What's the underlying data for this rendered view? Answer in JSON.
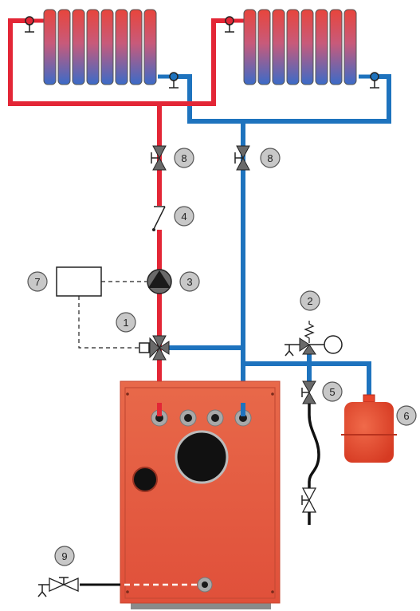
{
  "diagram": {
    "colors": {
      "supply": "#e32636",
      "return": "#1e73be",
      "boiler": "#e4572e",
      "badge_fill": "#c8c8c8",
      "expansion_tank": "#e8452c"
    },
    "components": [
      {
        "id": "mixing-valve",
        "label": "1"
      },
      {
        "id": "safety-valve",
        "label": "2"
      },
      {
        "id": "circulation-pump",
        "label": "3"
      },
      {
        "id": "check-valve",
        "label": "4"
      },
      {
        "id": "cap-valve",
        "label": "5"
      },
      {
        "id": "expansion-vessel",
        "label": "6"
      },
      {
        "id": "controller",
        "label": "7"
      },
      {
        "id": "shutoff-valve-supply",
        "label": "8"
      },
      {
        "id": "shutoff-valve-return",
        "label": "8"
      },
      {
        "id": "drain-valve",
        "label": "9"
      }
    ]
  }
}
